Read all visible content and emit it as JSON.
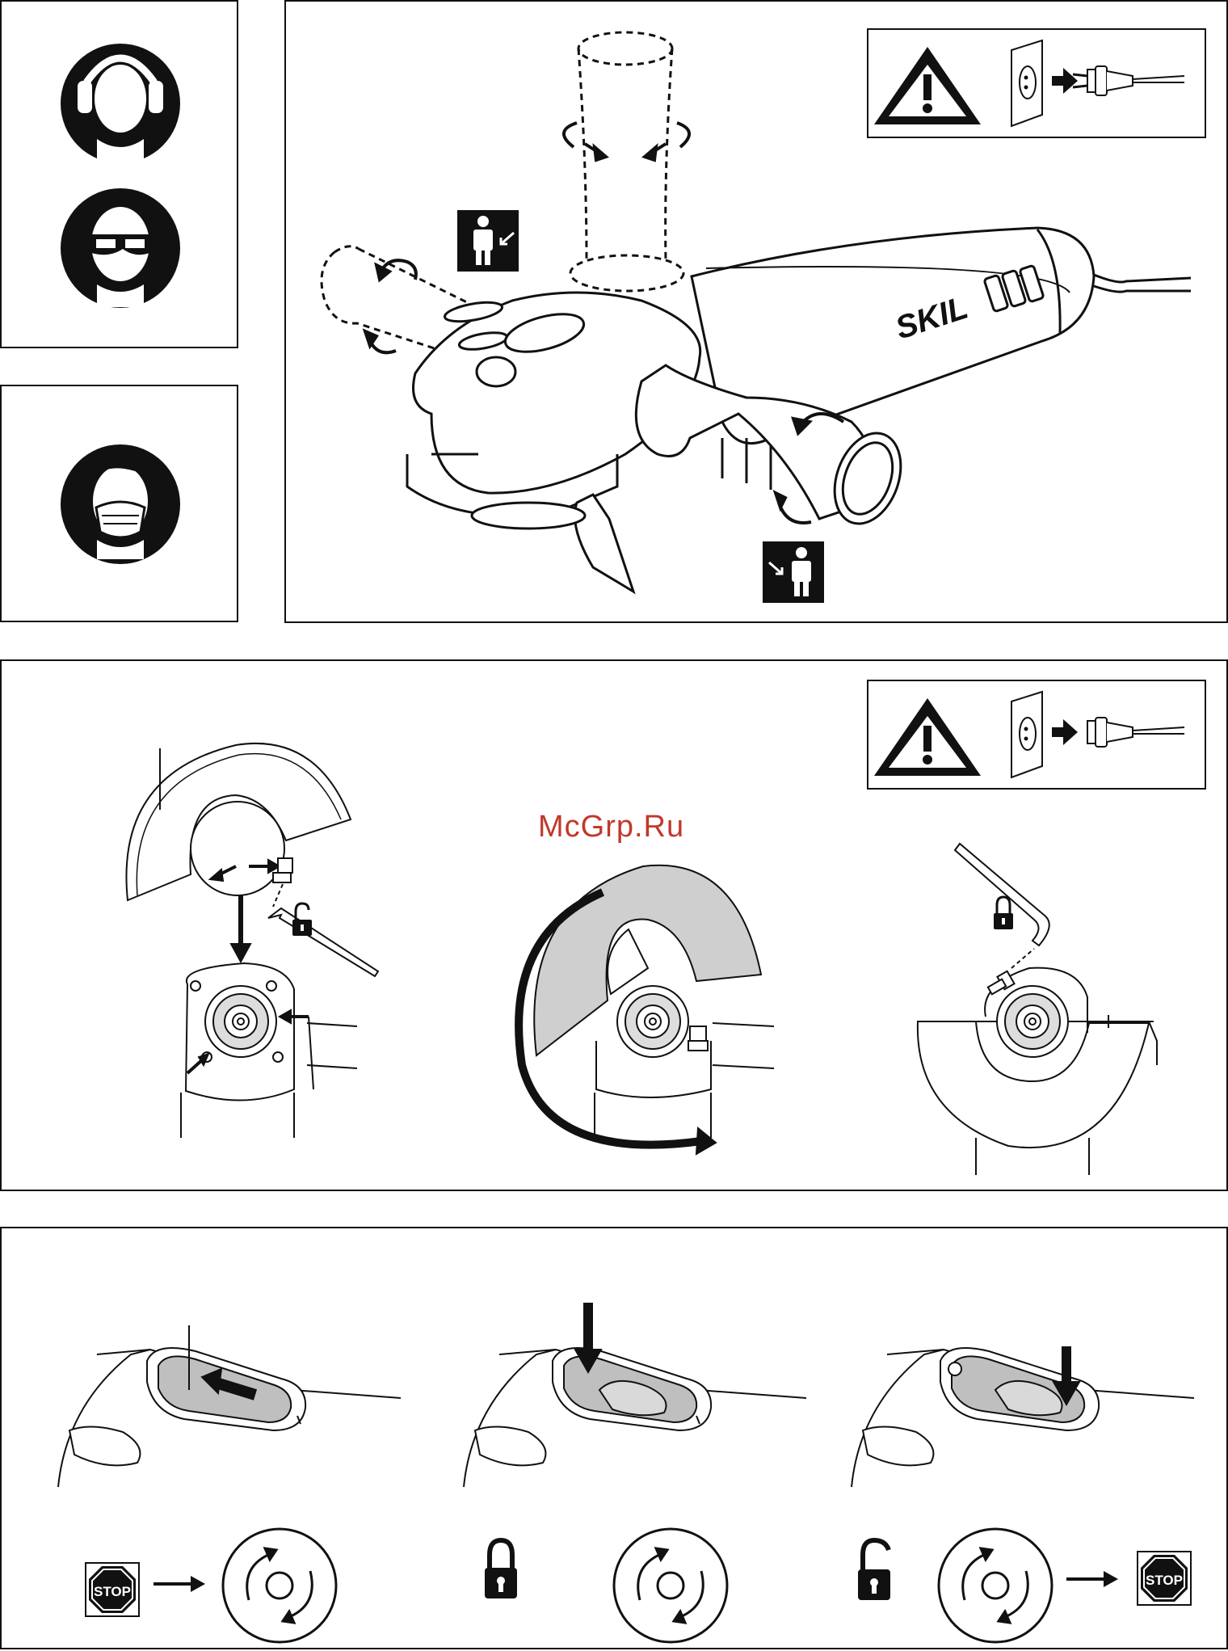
{
  "brand": {
    "logo_text": "SKIL"
  },
  "watermark": {
    "text": "McGrp.Ru"
  },
  "signs": {
    "stop_text": "STOP"
  },
  "colors": {
    "ink": "#111111",
    "shade": "#cfcfcf",
    "watermark": "#c0392b"
  },
  "icons": [
    "ear-protection-icon",
    "eye-protection-icon",
    "dust-mask-icon",
    "warning-triangle-icon",
    "unplug-icon",
    "lock-icon",
    "unlock-icon",
    "stop-sign-icon",
    "rotation-icon",
    "arrow-right-icon"
  ]
}
